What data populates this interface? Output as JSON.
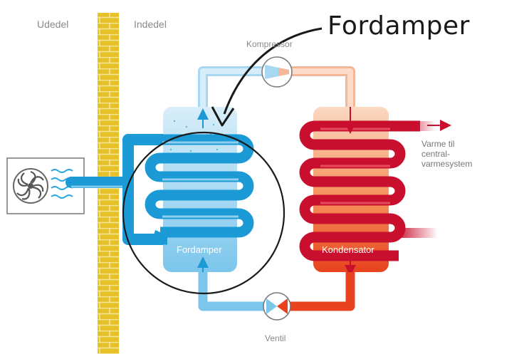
{
  "labels": {
    "outdoor": "Udedel",
    "indoor": "Indedel",
    "compressor": "Kompressor",
    "evaporator_callout": "Fordamper",
    "evaporator": "Fordamper",
    "condenser": "Kondensator",
    "valve": "Ventil",
    "heat_out": [
      "Varme til",
      "central-",
      "varmesystem"
    ]
  },
  "colors": {
    "wall": "#e7c12a",
    "cold_pipe": "#1b9ad6",
    "cold_light": "#a9d9f2",
    "hot_pipe": "#c8102e",
    "hot_tank": "#ee5a24",
    "callout_ink": "#1a1a1a"
  },
  "icons": {
    "fan": "fan-icon",
    "air": "air-waves-icon",
    "compressor": "compressor-icon",
    "valve": "expansion-valve-icon",
    "arrow": "flow-arrow-icon"
  }
}
